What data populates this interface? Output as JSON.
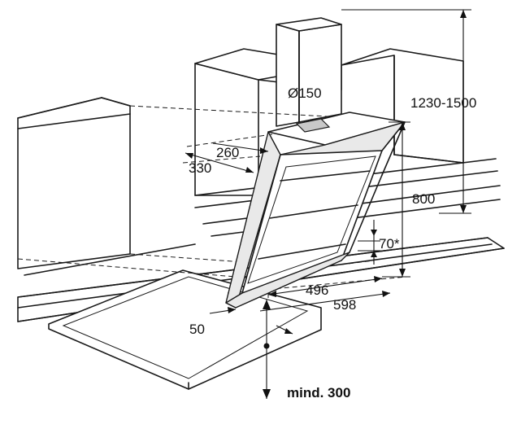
{
  "dimensions": {
    "duct_diameter": "Ø150",
    "total_height": "1230-1500",
    "depth_inner": "260",
    "depth_outer": "330",
    "hood_height": "800",
    "bottom_clearance": "70*",
    "width_inner": "496",
    "width_outer": "598",
    "side_offset": "50",
    "min_distance": "mind. 300"
  }
}
